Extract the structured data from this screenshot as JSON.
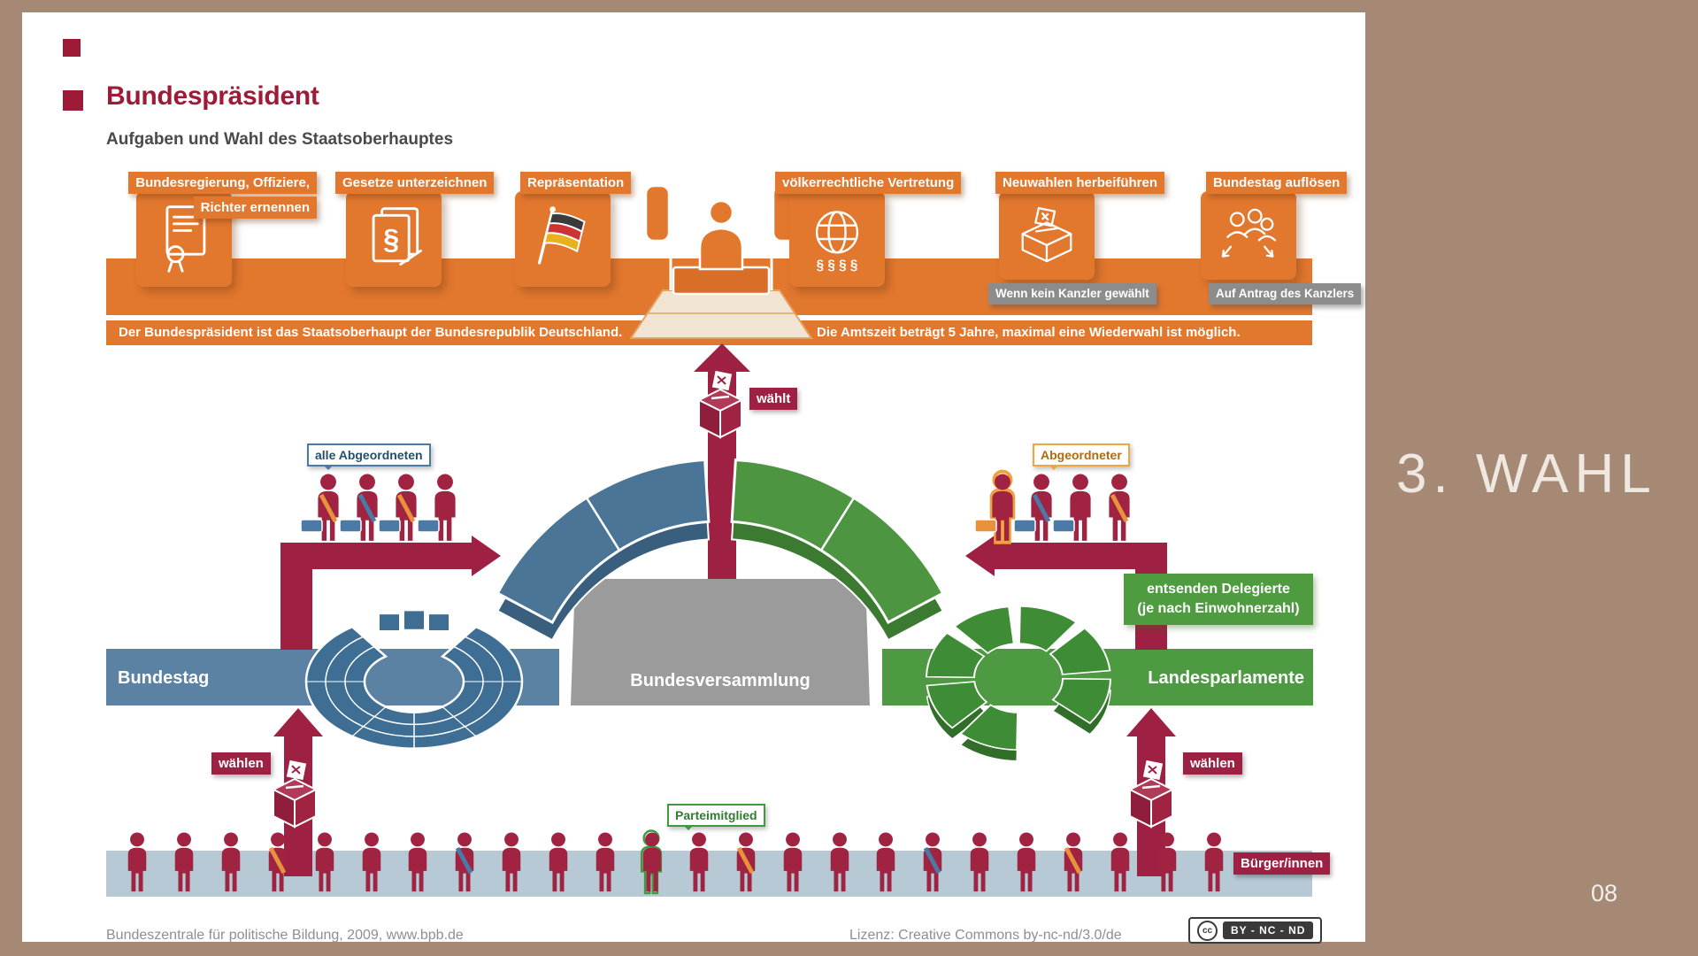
{
  "page": {
    "side_label": "3. WAHL",
    "page_number": "08"
  },
  "header": {
    "title": "Bundespräsident",
    "subtitle": "Aufgaben und Wahl des Staatsoberhauptes"
  },
  "tasks": [
    {
      "label": "Bundesregierung, Offiziere,",
      "label2": "Richter ernennen",
      "icon": "certificate-icon"
    },
    {
      "label": "Gesetze unterzeichnen",
      "icon": "law-document-icon"
    },
    {
      "label": "Repräsentation",
      "icon": "german-flag-icon"
    },
    {
      "label": "völkerrechtliche Vertretung",
      "icon": "globe-icon"
    },
    {
      "label": "Neuwahlen herbeiführen",
      "sublabel": "Wenn kein Kanzler gewählt",
      "icon": "ballot-box-icon"
    },
    {
      "label": "Bundestag auflösen",
      "sublabel": "Auf Antrag des Kanzlers",
      "icon": "people-group-icon"
    }
  ],
  "banner": {
    "left": "Der Bundespräsident ist das Staatsoberhaupt der Bundesrepublik Deutschland.",
    "right": "Die Amtszeit beträgt 5 Jahre, maximal eine Wiederwahl ist möglich."
  },
  "diagram": {
    "waehlt": "wählt",
    "waehlen": "wählen",
    "alle_abgeordneten": "alle Abgeordneten",
    "abgeordneter": "Abgeordneter",
    "bundestag": "Bundestag",
    "bundesversammlung": "Bundesversammlung",
    "landesparlamente": "Landesparlamente",
    "delegierte_line1": "entsenden Delegierte",
    "delegierte_line2": "(je nach Einwohnerzahl)",
    "parteimitglied": "Parteimitglied",
    "buerger": "Bürger/innen"
  },
  "glyphs": {
    "par": "§",
    "par4": "§ § § §",
    "cc": "cc"
  },
  "footer": {
    "source": "Bundeszentrale für politische Bildung, 2009, www.bpb.de",
    "license": "Lizenz: Creative Commons by-nc-nd/3.0/de",
    "cc_terms": "BY - NC - ND"
  },
  "colors": {
    "background_brown": "#A68975",
    "orange": "#E2772E",
    "dark_red": "#9E2143",
    "title_red": "#9E1B38",
    "blue_arc": "#4A7596",
    "green_arc": "#4E9542",
    "blue_band": "#5B82A3",
    "green_band": "#4D9A43",
    "citizens_band": "#B6C9D5",
    "gray_block": "#9B9B9B"
  }
}
